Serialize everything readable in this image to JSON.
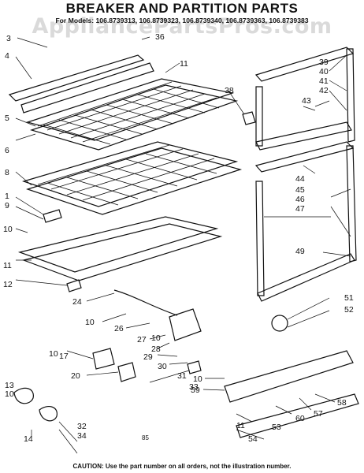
{
  "header": {
    "title": "BREAKER AND PARTITION PARTS",
    "models": "For Models: 106.8739313, 106.8739323, 106.8739340, 106.8739363, 106.8739383"
  },
  "watermark": "AppliancePartsPros.com",
  "page_number": "85",
  "caution": "CAUTION: Use the part number on all orders, not the illustration number.",
  "labels": {
    "l3": "3",
    "l4": "4",
    "l36": "36",
    "l11a": "11",
    "l5": "5",
    "l6": "6",
    "l8": "8",
    "l1": "1",
    "l9": "9",
    "l10a": "10",
    "l11b": "11",
    "l12": "12",
    "l24": "24",
    "l10b": "10",
    "l26": "26",
    "l27": "27",
    "l10c": "10",
    "l28": "28",
    "l29": "29",
    "l30": "30",
    "l10d": "10",
    "l17": "17",
    "l31": "31",
    "l20": "20",
    "l33": "33",
    "l10e": "10",
    "l59": "59",
    "l11c": "11",
    "l53": "53",
    "l54": "54",
    "l60": "60",
    "l57": "57",
    "l58": "58",
    "l13": "13",
    "l10f": "10",
    "l14": "14",
    "l32": "32",
    "l34": "34",
    "l39": "39",
    "l40": "40",
    "l41": "41",
    "l42": "42",
    "l43": "43",
    "l38": "38",
    "l44": "44",
    "l45": "45",
    "l46": "46",
    "l47": "47",
    "l49": "49",
    "l51": "51",
    "l52": "52"
  }
}
